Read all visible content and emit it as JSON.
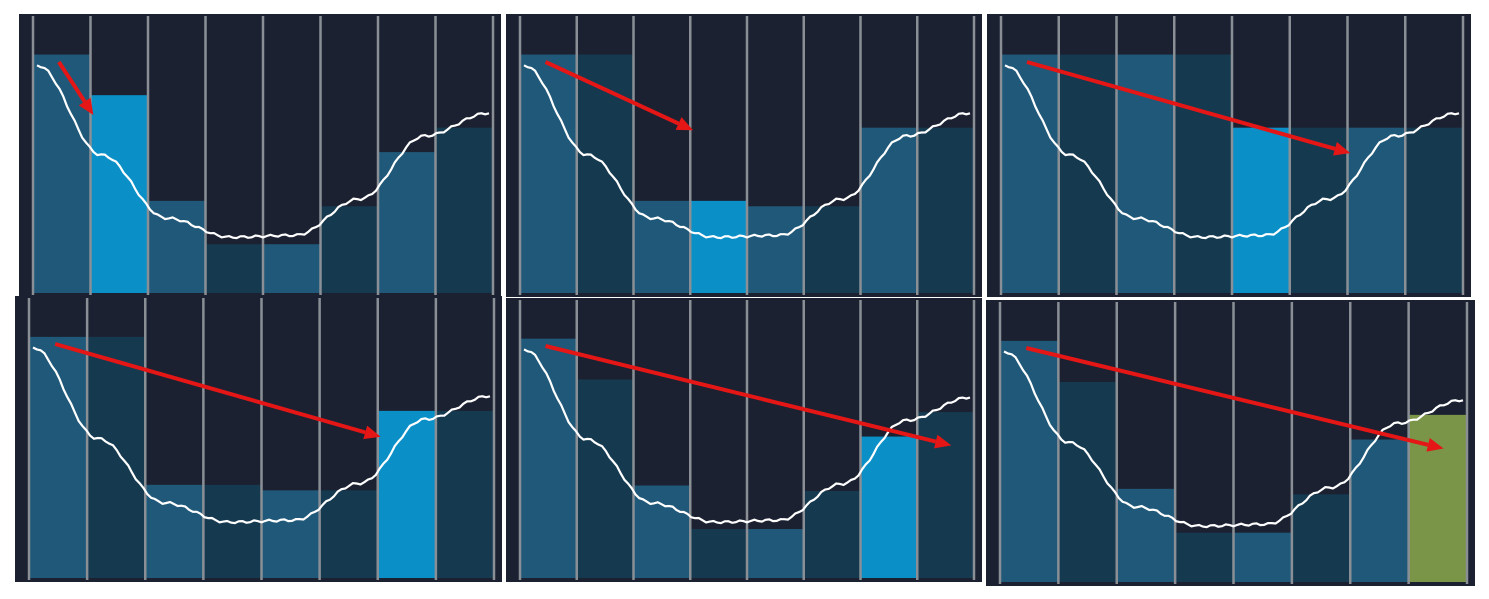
{
  "figure": {
    "description_visible_text": "",
    "colors": {
      "background_dark": "#1b2131",
      "column_fill": "#1f5878",
      "column_fill_dark": "#15394f",
      "column_highlight": "#0a8fc7",
      "column_final": "#7a9448",
      "grid_line": "#8a8f96",
      "terrain_curve": "#ffffff",
      "arrow": "#e51616"
    },
    "columns_per_panel": 8,
    "terrain_profile": [
      0.08,
      0.55,
      0.88,
      0.98,
      0.97,
      0.78,
      0.45,
      0.33
    ],
    "panels": [
      {
        "step": 1,
        "levels": [
          0.88,
          0.73,
          0.34,
          0.18,
          0.18,
          0.32,
          0.52,
          0.61
        ],
        "active_column": 1,
        "final_column": null,
        "arrow_target_column": 1
      },
      {
        "step": 2,
        "levels": [
          0.88,
          0.88,
          0.34,
          0.34,
          0.32,
          0.32,
          0.61,
          0.61
        ],
        "active_column": 3,
        "final_column": null,
        "arrow_target_column": 3
      },
      {
        "step": 3,
        "levels": [
          0.88,
          0.88,
          0.88,
          0.88,
          0.61,
          0.61,
          0.61,
          0.61
        ],
        "active_column": 4,
        "final_column": null,
        "arrow_target_column": 6
      },
      {
        "step": 4,
        "levels": [
          0.88,
          0.88,
          0.34,
          0.34,
          0.32,
          0.32,
          0.61,
          0.61
        ],
        "active_column": 6,
        "final_column": null,
        "arrow_target_column": 6
      },
      {
        "step": 5,
        "levels": [
          0.88,
          0.73,
          0.34,
          0.18,
          0.18,
          0.32,
          0.52,
          0.61
        ],
        "active_column": 6,
        "final_column": null,
        "arrow_target_column": 7
      },
      {
        "step": 6,
        "levels": [
          0.88,
          0.73,
          0.34,
          0.18,
          0.18,
          0.32,
          0.52,
          0.61
        ],
        "active_column": null,
        "final_column": 7,
        "arrow_target_column": 7
      }
    ]
  }
}
